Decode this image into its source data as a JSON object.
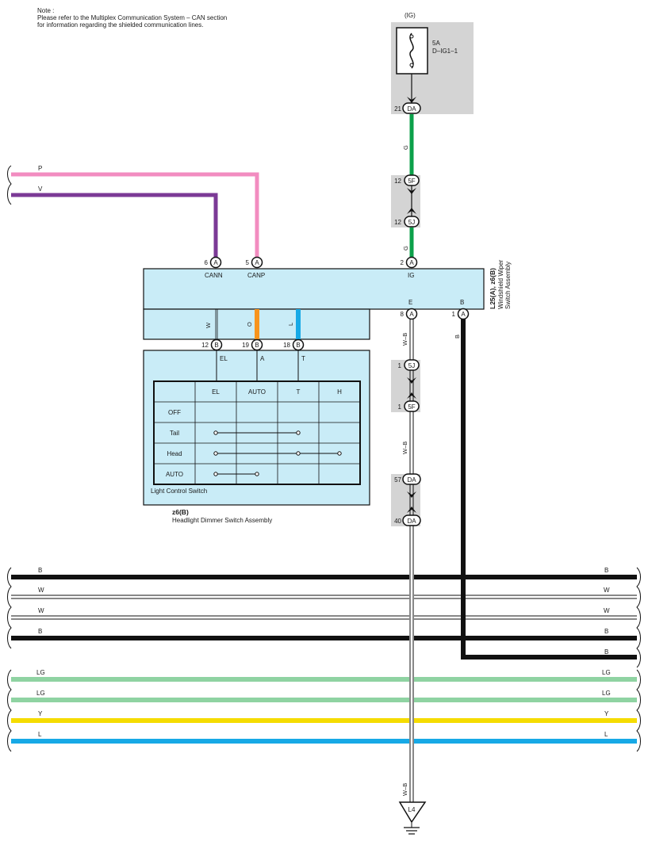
{
  "note": {
    "line1": "Note :",
    "line2": "Please refer to the Multiplex Communication System – CAN section",
    "line3": "for information regarding the shielded communication lines."
  },
  "power": {
    "label": "(IG)",
    "fuse_rating": "5A",
    "fuse_name": "D–IG1–1"
  },
  "connectors": {
    "da21": {
      "pin": "21",
      "code": "DA"
    },
    "f12": {
      "pin": "12",
      "code": "5F"
    },
    "j12": {
      "pin": "12",
      "code": "5J"
    },
    "a6": {
      "pin": "6",
      "code": "A"
    },
    "a5": {
      "pin": "5",
      "code": "A"
    },
    "a2": {
      "pin": "2",
      "code": "A"
    },
    "a8": {
      "pin": "8",
      "code": "A"
    },
    "a1": {
      "pin": "1",
      "code": "A"
    },
    "b12": {
      "pin": "12",
      "code": "B"
    },
    "b19": {
      "pin": "19",
      "code": "B"
    },
    "b18": {
      "pin": "18",
      "code": "B"
    },
    "j1": {
      "pin": "1",
      "code": "5J"
    },
    "f1": {
      "pin": "1",
      "code": "5F"
    },
    "da57": {
      "pin": "57",
      "code": "DA"
    },
    "da40": {
      "pin": "40",
      "code": "DA"
    }
  },
  "wires": {
    "p": "P",
    "v": "V",
    "g_upper": "G",
    "g_lower": "G",
    "wb1": "W–B",
    "wb2": "W–B",
    "wb3": "W–B",
    "b_right": "B",
    "w_col": "W",
    "o_col": "O",
    "l_col": "L"
  },
  "wiper": {
    "terminals": {
      "cann": "CANN",
      "canp": "CANP",
      "ig": "IG",
      "e": "E",
      "b": "B"
    },
    "connector_label": "L25(A), z6(B)",
    "name_line1": "Windshield Wiper",
    "name_line2": "Switch Assembly"
  },
  "dimmer": {
    "terminals": {
      "el": "EL",
      "a": "A",
      "t": "T"
    },
    "table": {
      "headers": [
        "",
        "EL",
        "AUTO",
        "T",
        "H"
      ],
      "rows": [
        "OFF",
        "Tail",
        "Head",
        "AUTO"
      ]
    },
    "switch_label": "Light Control Switch",
    "connector_label": "z6(B)",
    "assembly_name": "Headlight Dimmer Switch Assembly"
  },
  "buses": [
    {
      "label": "B",
      "color": "#111111",
      "label_right": "B"
    },
    {
      "label": "W",
      "color": "#ffffff",
      "label_right": "W"
    },
    {
      "label": "W",
      "color": "#ffffff",
      "label_right": "W"
    },
    {
      "label": "B",
      "color": "#111111",
      "label_right": "B"
    },
    {
      "label": "",
      "color": "#111111",
      "label_right": "B"
    },
    {
      "label": "LG",
      "color": "#8fd3a2",
      "label_right": "LG"
    },
    {
      "label": "LG",
      "color": "#8fd3a2",
      "label_right": "LG"
    },
    {
      "label": "Y",
      "color": "#f5dc00",
      "label_right": "Y"
    },
    {
      "label": "L",
      "color": "#17a9e6",
      "label_right": "L"
    }
  ],
  "ground": {
    "label": "L4"
  },
  "colors": {
    "pink": "#f28cc0",
    "purple": "#7b3a96",
    "green": "#0ca04a",
    "orange": "#f7941d",
    "blue": "#17a9e6",
    "component_fill": "#c9ecf7",
    "connector_bg": "#d4d4d4"
  }
}
